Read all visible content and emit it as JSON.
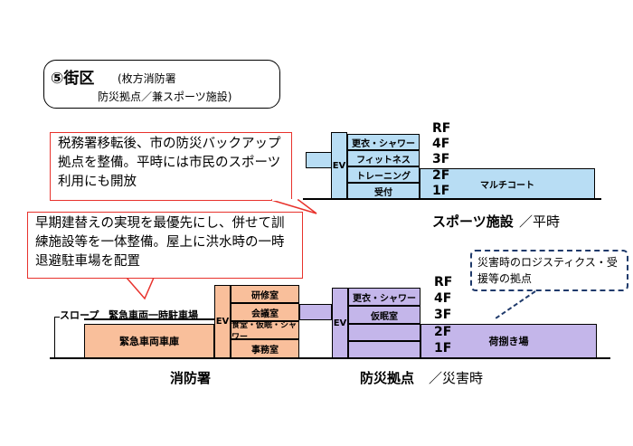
{
  "title": {
    "main": "⑤街区",
    "sub1": "(枚方消防署",
    "sub2": "防災拠点／兼スポーツ施設)"
  },
  "callout_top": "税務署移転後、市の防災バックアップ拠点を整備。平時には市民のスポーツ利用にも開放",
  "callout_mid": "早期建替えの実現を最優先にし、併せて訓練施設等を一体整備。屋上に洪水時の一時退避駐車場を配置",
  "callout_logistics": "災害時のロジスティクス・受援等の拠点",
  "sports": {
    "rooms": [
      "更衣・シャワー",
      "フィットネス",
      "トレーニング",
      "受付"
    ],
    "ev": "EV",
    "court": "マルチコート",
    "floors": [
      "RF",
      "4F",
      "3F",
      "2F",
      "1F"
    ],
    "caption": "スポーツ施設",
    "caption_suffix": "／平時"
  },
  "fire": {
    "slope": "スロープ",
    "parking": "緊急車両一時駐車場",
    "garage": "緊急車両車庫",
    "ev": "EV",
    "rooms": [
      "研修室",
      "会議室",
      "食堂・仮眠・シャワー",
      "事務室"
    ],
    "caption": "消防署"
  },
  "disaster": {
    "rooms": [
      "更衣・シャワー",
      "仮眠室"
    ],
    "ev": "EV",
    "sorting": "荷捌き場",
    "floors": [
      "RF",
      "4F",
      "3F",
      "2F",
      "1F"
    ],
    "caption": "防災拠点",
    "caption_suffix": "／災害時"
  },
  "colors": {
    "sports": "#b8ddf4",
    "disaster": "#c4b6ea",
    "fire": "#f9bf9b",
    "callout_border": "#e8322c",
    "dashed_border": "#1f3a6b"
  }
}
